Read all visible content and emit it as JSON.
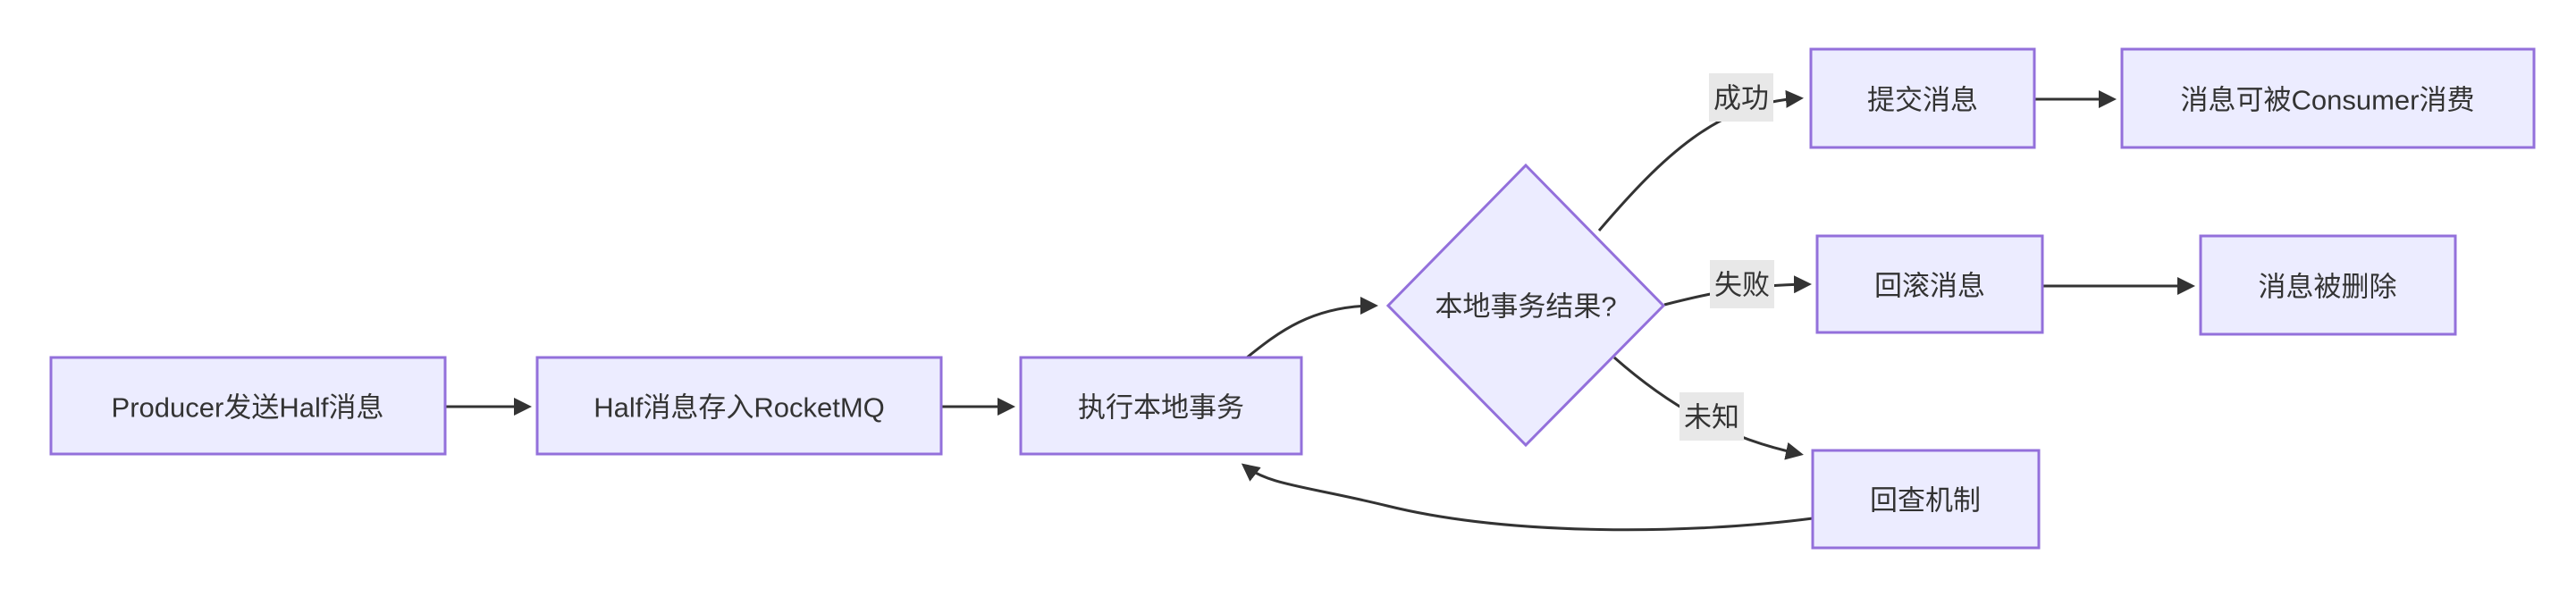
{
  "diagram": {
    "type": "flowchart",
    "direction": "left-to-right",
    "topic": "RocketMQ transactional (Half) message flow",
    "nodes": [
      {
        "id": "A",
        "shape": "rect",
        "label": "Producer发送Half消息"
      },
      {
        "id": "B",
        "shape": "rect",
        "label": "Half消息存入RocketMQ"
      },
      {
        "id": "C",
        "shape": "rect",
        "label": "执行本地事务"
      },
      {
        "id": "D",
        "shape": "diamond",
        "label": "本地事务结果?"
      },
      {
        "id": "E",
        "shape": "rect",
        "label": "提交消息"
      },
      {
        "id": "F",
        "shape": "rect",
        "label": "消息可被Consumer消费"
      },
      {
        "id": "G",
        "shape": "rect",
        "label": "回滚消息"
      },
      {
        "id": "H",
        "shape": "rect",
        "label": "消息被删除"
      },
      {
        "id": "I",
        "shape": "rect",
        "label": "回查机制"
      }
    ],
    "edges": [
      {
        "from": "A",
        "to": "B",
        "label": ""
      },
      {
        "from": "B",
        "to": "C",
        "label": ""
      },
      {
        "from": "C",
        "to": "D",
        "label": ""
      },
      {
        "from": "D",
        "to": "E",
        "label": "成功"
      },
      {
        "from": "E",
        "to": "F",
        "label": ""
      },
      {
        "from": "D",
        "to": "G",
        "label": "失败"
      },
      {
        "from": "G",
        "to": "H",
        "label": ""
      },
      {
        "from": "D",
        "to": "I",
        "label": "未知"
      },
      {
        "from": "I",
        "to": "C",
        "label": ""
      }
    ]
  },
  "colors": {
    "node_fill": "#ECECFF",
    "node_border": "#9370DB",
    "edge": "#333333",
    "text": "#333333",
    "label_bg": "#E8E8E8",
    "background": "#FFFFFF"
  }
}
